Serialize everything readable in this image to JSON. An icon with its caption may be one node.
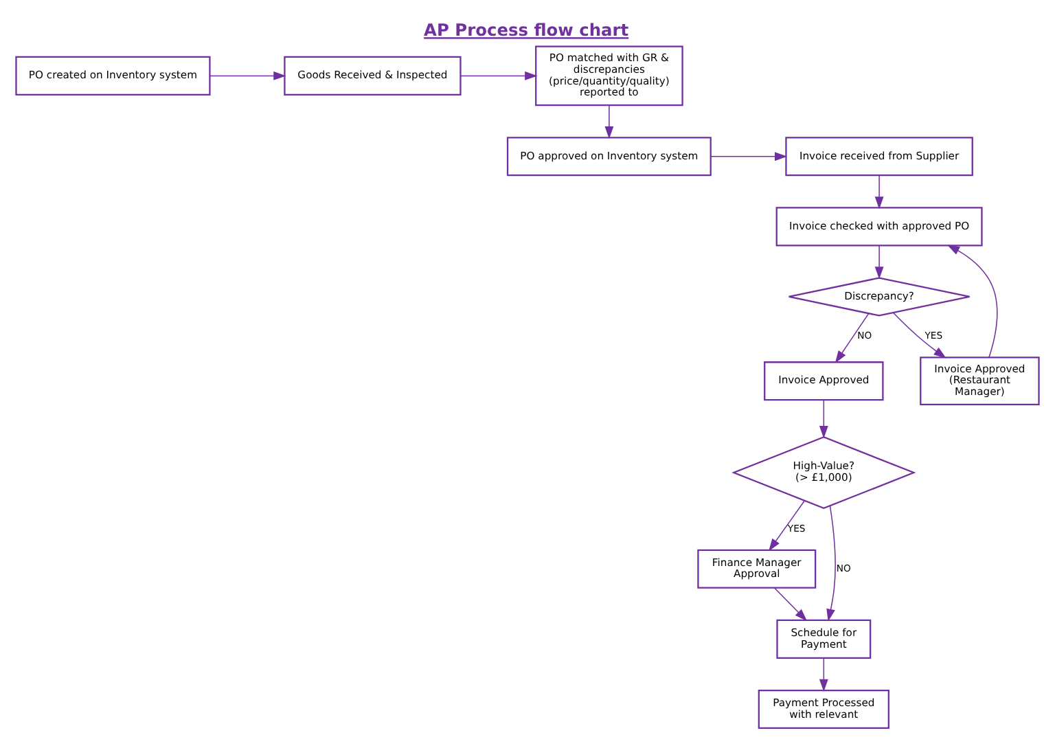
{
  "diagram": {
    "title": "AP Process flow chart",
    "nodes": [
      {
        "text": [
          "PO created on Inventory system"
        ]
      },
      {
        "text": [
          "Goods Received & Inspected"
        ]
      },
      {
        "text": [
          "PO matched with GR & discrepancies (price/quantity/quality) reported to"
        ]
      },
      {
        "text": [
          "PO approved on Inventory system"
        ]
      },
      {
        "text": [
          "Invoice received from Supplier"
        ]
      },
      {
        "text": [
          "Invoice checked with approved PO"
        ]
      },
      {
        "text": [
          "Discrepancy?"
        ]
      },
      {
        "text": [
          "Invoice Approved"
        ]
      },
      {
        "text": [
          "Invoice Approved (Restaurant Manager)"
        ]
      },
      {
        "text": [
          "High-Value? (> £1,000)"
        ]
      },
      {
        "text": [
          "Finance Manager Approval"
        ]
      },
      {
        "text": [
          "Schedule for Payment"
        ]
      },
      {
        "text": [
          "Payment Processed with relevant"
        ]
      }
    ],
    "edges": [
      {
        "from": 0,
        "to": 1,
        "arrow": "to"
      },
      {
        "from": 1,
        "to": 2,
        "arrow": "to"
      },
      {
        "from": 2,
        "to": 3,
        "arrow": "to"
      },
      {
        "from": 3,
        "to": 4,
        "arrow": "to"
      },
      {
        "from": 4,
        "to": 5,
        "arrow": "to"
      },
      {
        "from": 5,
        "to": 6,
        "arrow": "to"
      },
      {
        "from": 6,
        "to": 7,
        "arrow": "to",
        "label": "NO"
      },
      {
        "from": 6,
        "to": 8,
        "arrow": "to",
        "label": "YES"
      },
      {
        "from": 8,
        "to": 5,
        "arrow": "to"
      },
      {
        "from": 7,
        "to": 9,
        "arrow": "to"
      },
      {
        "from": 9,
        "to": 10,
        "arrow": "to",
        "label": "YES"
      },
      {
        "from": 9,
        "to": 11,
        "arrow": "to",
        "label": "NO"
      },
      {
        "from": 10,
        "to": 11,
        "arrow": "to"
      },
      {
        "from": 11,
        "to": 12,
        "arrow": "to"
      }
    ]
  }
}
